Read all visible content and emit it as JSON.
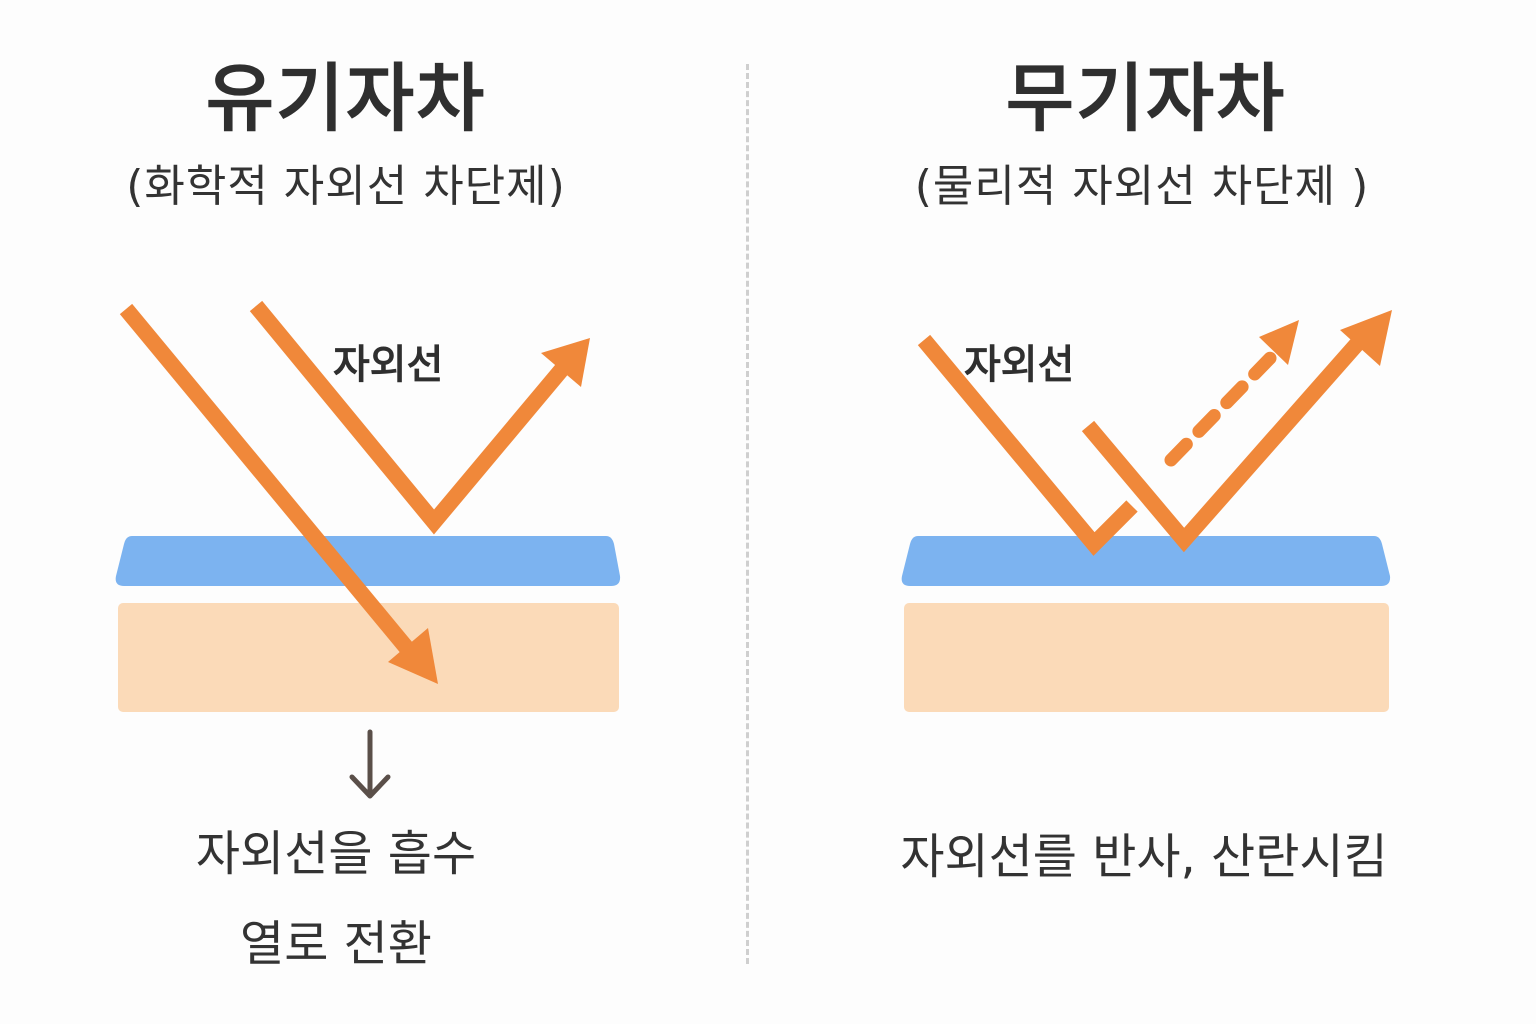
{
  "left": {
    "title": "유기자차",
    "subtitle": "(화학적 자외선 차단제)",
    "uv_label": "자외선",
    "description_line1": "자외선을 흡수",
    "description_line2": "열로 전환"
  },
  "right": {
    "title": "무기자차",
    "subtitle": "(물리적 자외선 차단제 )",
    "uv_label": "자외선",
    "description": "자외선를 반사, 산란시킴"
  },
  "colors": {
    "arrow": "#f0883a",
    "sunscreen_layer": "#7cb3f0",
    "skin_layer": "#fbdab8",
    "down_arrow": "#5a4f49",
    "divider": "#cfcfcf",
    "text": "#333333",
    "background": "#fdfdfd"
  }
}
